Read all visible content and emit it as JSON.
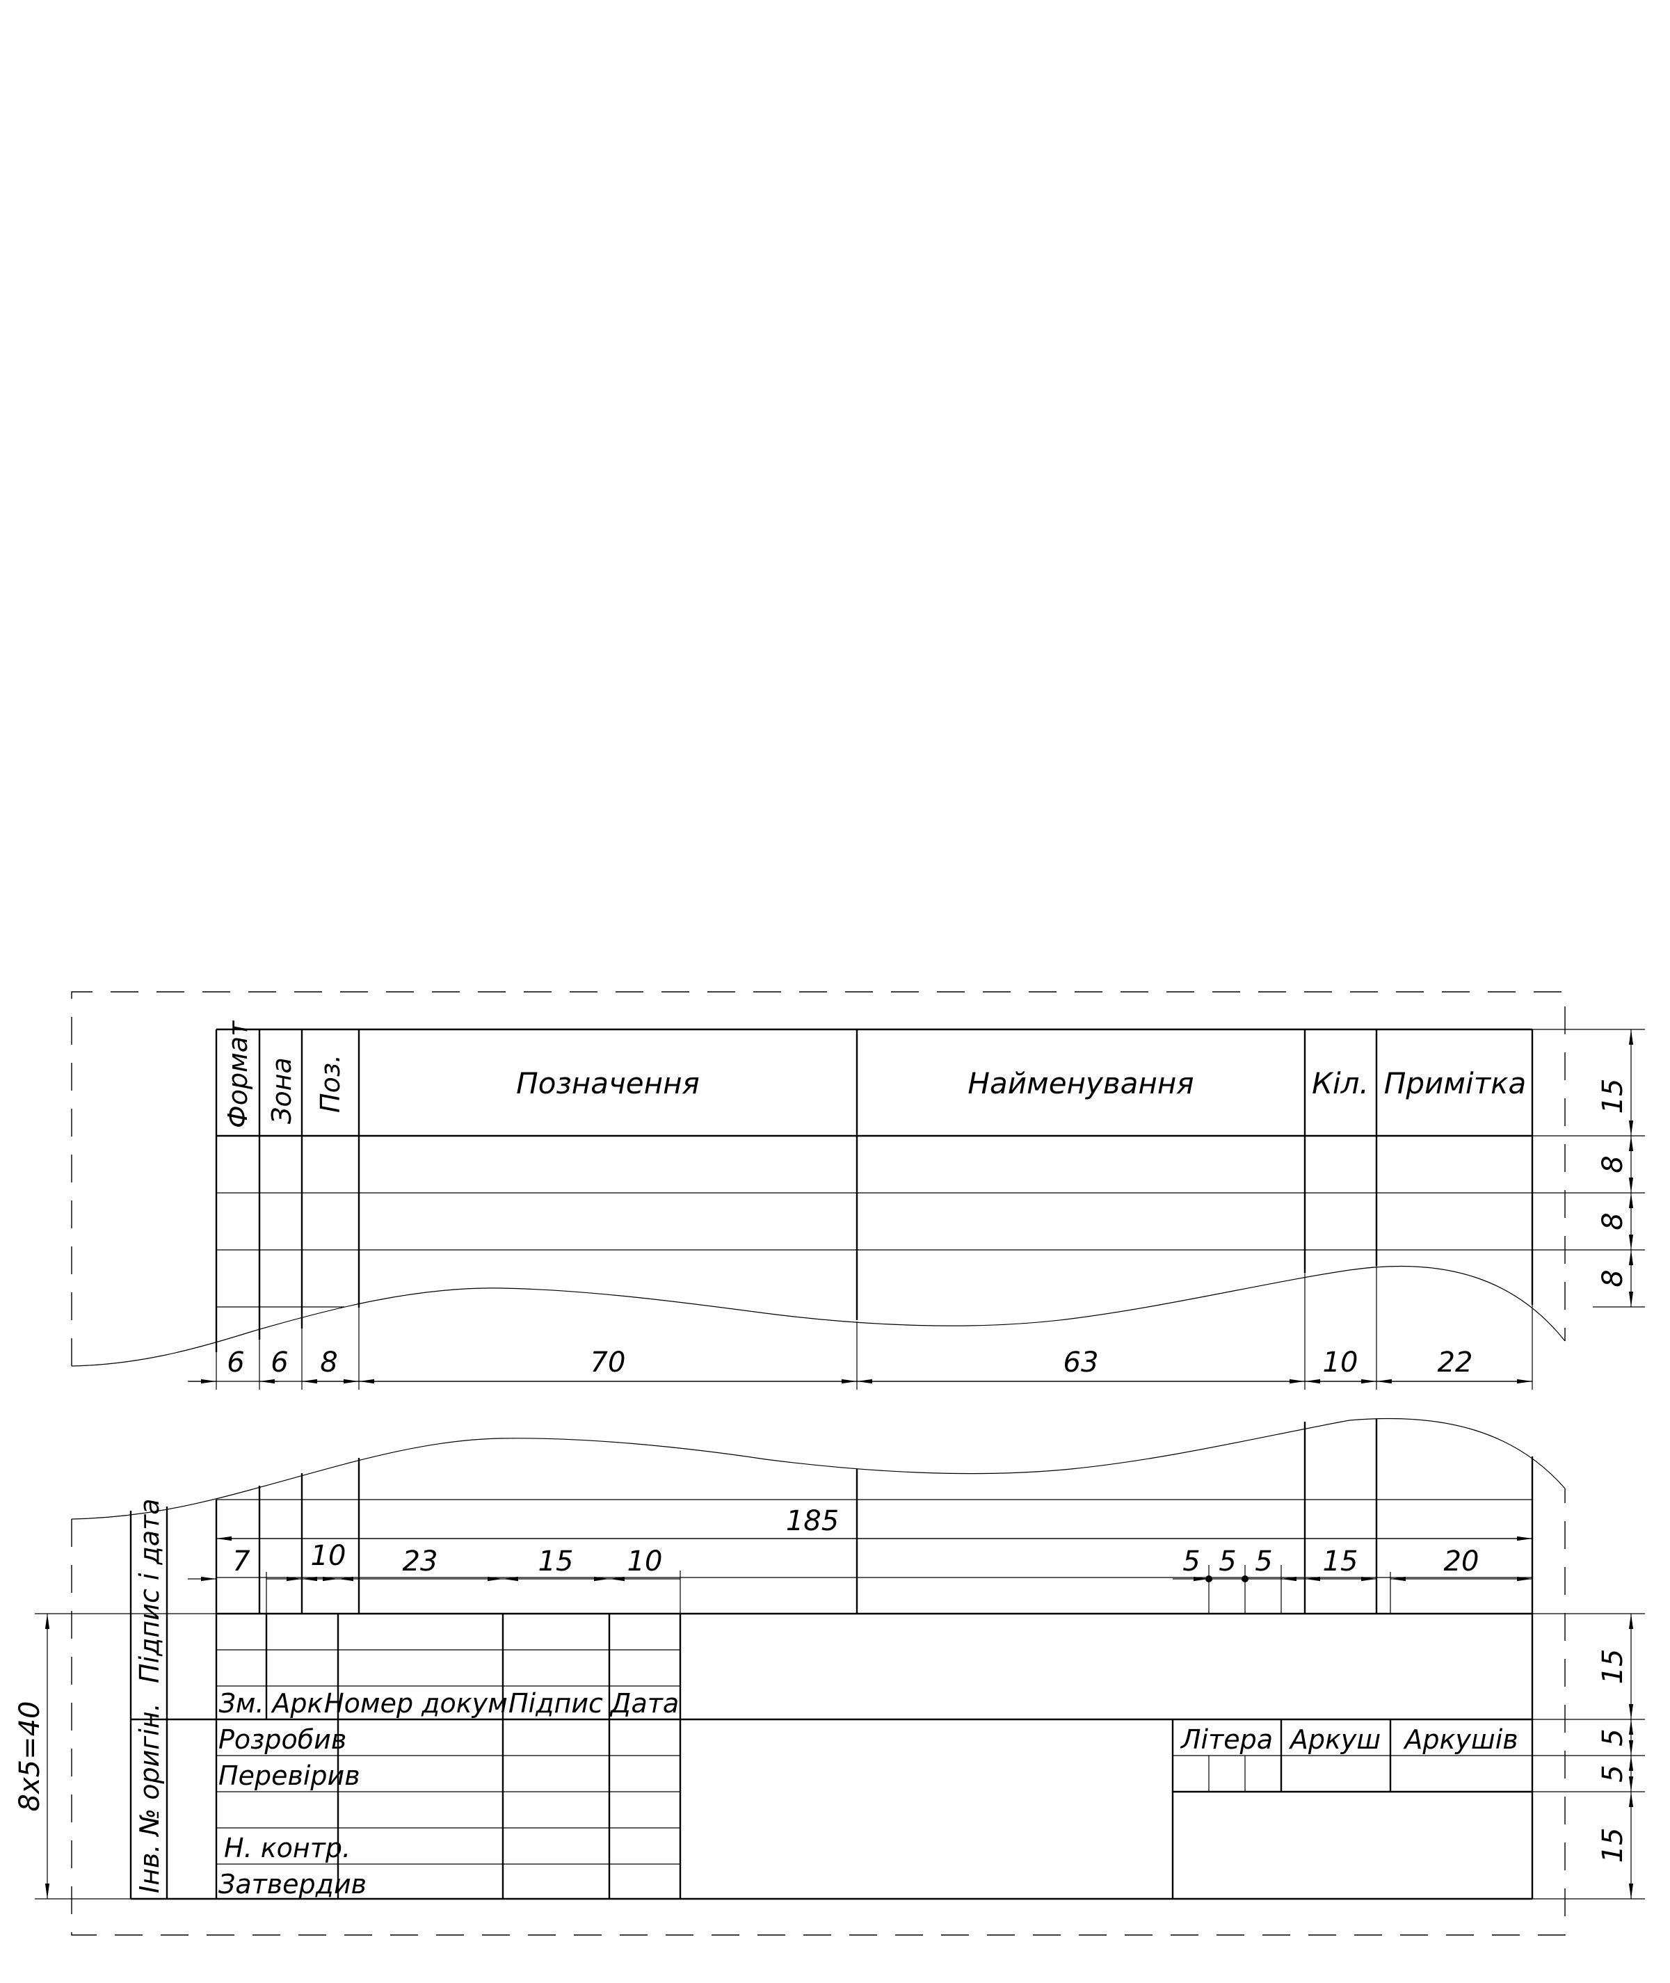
{
  "spec_table": {
    "headers": {
      "format": "Формат",
      "zone": "Зона",
      "position": "Поз.",
      "designation": "Позначення",
      "name": "Найменування",
      "quantity": "Кіл.",
      "note": "Примітка"
    },
    "column_widths": [
      "6",
      "6",
      "8",
      "70",
      "63",
      "10",
      "22"
    ],
    "row_heights": [
      "15",
      "8",
      "8",
      "8"
    ]
  },
  "lower_table": {
    "total_width": "185",
    "column_widths": [
      "7",
      "10",
      "23",
      "15",
      "10",
      "5",
      "5",
      "5",
      "15",
      "20"
    ],
    "left_strip": {
      "signature_date": "Підпис і дата",
      "original_inv": "Інв. № оригін."
    },
    "overall_height": "8x5=40"
  },
  "title_block": {
    "change_headers": {
      "change": "Зм.",
      "sheet": "Арк.",
      "doc_number": "Номер докум.",
      "signature": "Підпис",
      "date": "Дата"
    },
    "roles": {
      "developed": "Розробив",
      "checked": "Перевірив",
      "norm_control": "Н. контр.",
      "approved": "Затвердив"
    },
    "info": {
      "letter": "Літера",
      "sheet": "Аркуш",
      "sheets": "Аркушів"
    },
    "row_heights": [
      "15",
      "5",
      "5",
      "15"
    ]
  }
}
